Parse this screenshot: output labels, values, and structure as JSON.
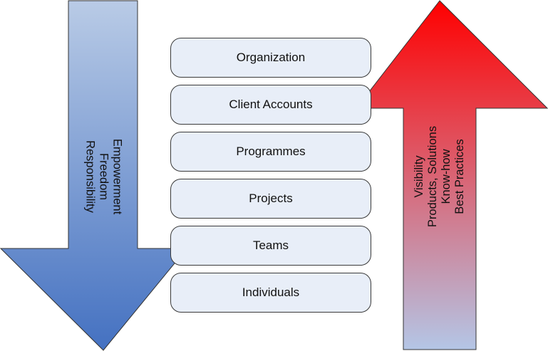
{
  "diagram": {
    "levels": [
      {
        "label": "Organization"
      },
      {
        "label": "Client Accounts"
      },
      {
        "label": "Programmes"
      },
      {
        "label": "Projects"
      },
      {
        "label": "Teams"
      },
      {
        "label": "Individuals"
      }
    ],
    "down_arrow": {
      "direction": "down",
      "lines": [
        "Empowerment",
        "Freedom",
        "Responsibility"
      ],
      "gradient_top": "#b9cbe6",
      "gradient_bottom": "#4471c1"
    },
    "up_arrow": {
      "direction": "up",
      "lines": [
        "Visibility",
        "Products, Solutions",
        "Know-how",
        "Best Practices"
      ],
      "gradient_top": "#ff0000",
      "gradient_bottom": "#b4c6e6"
    },
    "box_fill": "#e8eef8"
  }
}
